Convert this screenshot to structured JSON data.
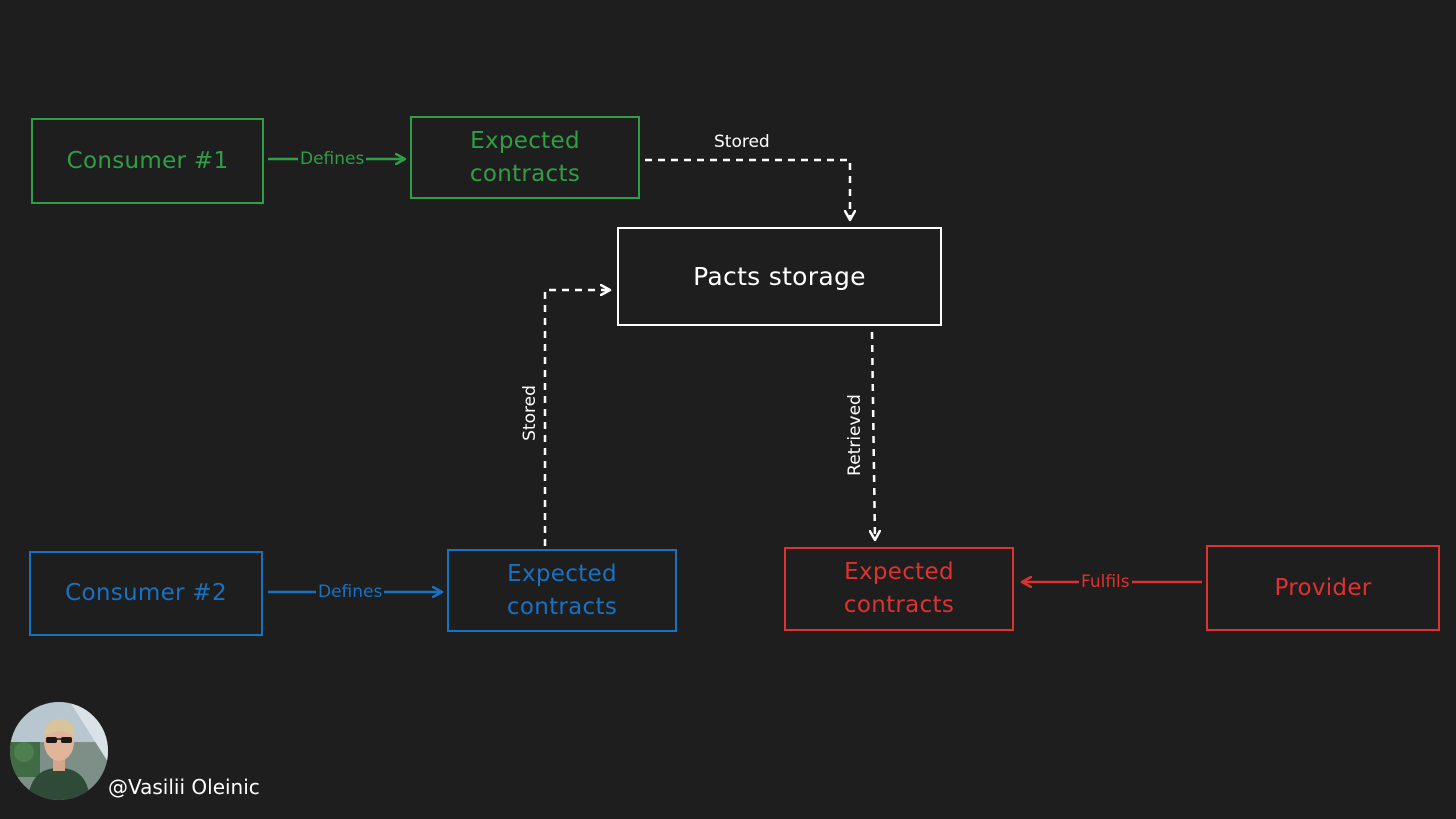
{
  "nodes": {
    "consumer1": "Consumer #1",
    "expected1": "Expected contracts",
    "pacts": "Pacts storage",
    "consumer2": "Consumer #2",
    "expected2": "Expected contracts",
    "expected3": "Expected contracts",
    "provider": "Provider"
  },
  "edges": {
    "defines1": "Defines",
    "stored1": "Stored",
    "defines2": "Defines",
    "stored2": "Stored",
    "retrieved": "Retrieved",
    "fulfils": "Fulfils"
  },
  "author": "@Vasilii Oleinic",
  "colors": {
    "background": "#1e1e1e",
    "green": "#2f9e44",
    "blue": "#1971c2",
    "red": "#e03131",
    "white": "#ffffff"
  }
}
